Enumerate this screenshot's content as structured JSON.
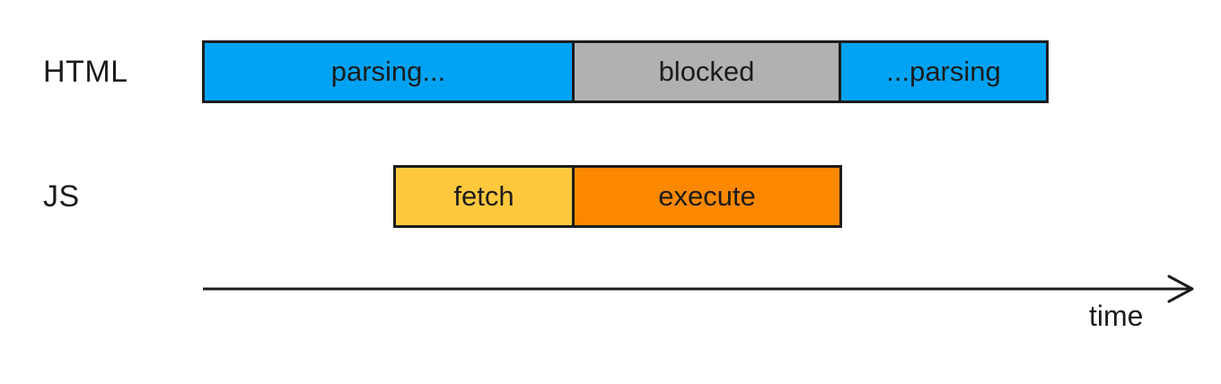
{
  "diagram": {
    "description": "Timeline diagram of HTML parsing blocked by synchronous JavaScript fetch and execution",
    "rows": {
      "html": {
        "label": "HTML",
        "segments": [
          {
            "label": "parsing...",
            "state": "parsing",
            "color": "#00a3f4"
          },
          {
            "label": "blocked",
            "state": "blocked",
            "color": "#b1b1b1"
          },
          {
            "label": "...parsing",
            "state": "parsing",
            "color": "#00a3f4"
          }
        ]
      },
      "js": {
        "label": "JS",
        "segments": [
          {
            "label": "fetch",
            "color": "#ffc83d"
          },
          {
            "label": "execute",
            "color": "#fc8800"
          }
        ]
      }
    },
    "axis": {
      "label": "time"
    },
    "colors": {
      "parsing_blue": "#00a3f4",
      "blocked_gray": "#b1b1b1",
      "fetch_yellow": "#ffc83d",
      "execute_orange": "#fc8800",
      "outline": "#1c1c1c",
      "background": "#ffffff"
    }
  }
}
